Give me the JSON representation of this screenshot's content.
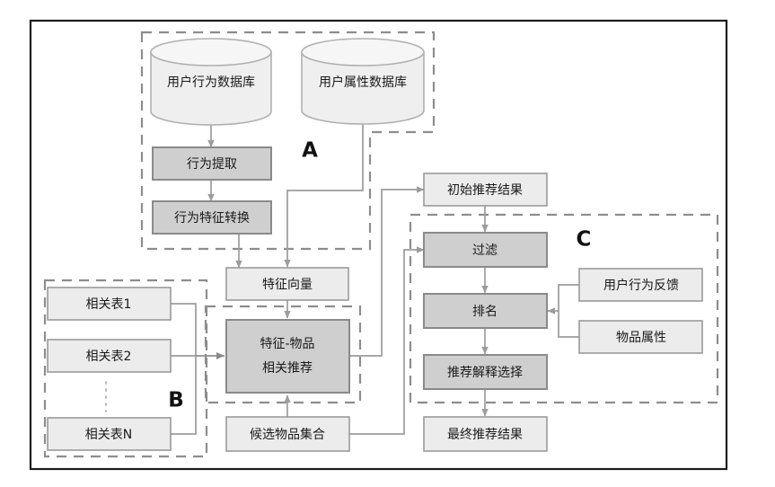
{
  "diagram": {
    "title_text": "",
    "colors": {
      "frame": "#1c1c1c",
      "light_node_fill": "#ececec",
      "dark_node_fill": "#cfcfcf",
      "node_stroke": "#9a9a9a",
      "dashed_group_stroke": "#8d8d8d",
      "arrow": "#9c9c9c",
      "cylinder_fill": "#efefef"
    },
    "groups": [
      {
        "id": "A",
        "label": "A"
      },
      {
        "id": "B",
        "label": "B"
      },
      {
        "id": "C",
        "label": "C"
      }
    ],
    "databases": [
      {
        "id": "user-behavior-db",
        "label": "用户行为数据库"
      },
      {
        "id": "user-attribute-db",
        "label": "用户属性数据库"
      }
    ],
    "nodes": {
      "behavior_extraction": "行为提取",
      "behavior_feature_transform": "行为特征转换",
      "feature_vector": "特征向量",
      "correlation_table_1": "相关表1",
      "correlation_table_2": "相关表2",
      "correlation_table_n": "相关表N",
      "feature_item_recommend_line1": "特征-物品",
      "feature_item_recommend_line2": "相关推荐",
      "candidate_item_set": "候选物品集合",
      "initial_recommend_result": "初始推荐结果",
      "filter": "过滤",
      "ranking": "排名",
      "recommend_explanation_selection": "推荐解释选择",
      "final_recommend_result": "最终推荐结果",
      "user_behavior_feedback": "用户行为反馈",
      "item_attribute": "物品属性"
    }
  }
}
